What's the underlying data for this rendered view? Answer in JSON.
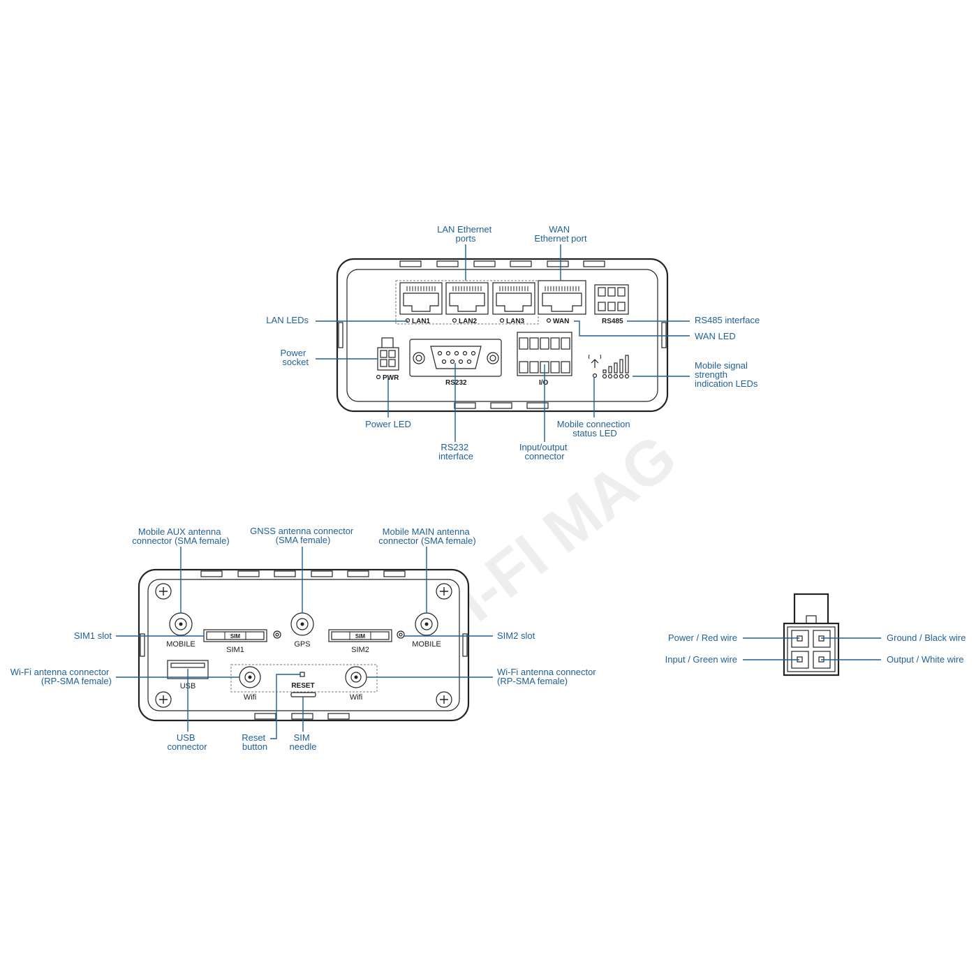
{
  "back_panel": {
    "callouts": {
      "lan_ports": [
        "LAN Ethernet",
        "ports"
      ],
      "wan_port": [
        "WAN",
        "Ethernet port"
      ],
      "lan_leds": [
        "LAN LEDs"
      ],
      "power_socket": [
        "Power",
        "socket"
      ],
      "power_led": [
        "Power LED"
      ],
      "rs232": [
        "RS232",
        "interface"
      ],
      "io": [
        "Input/output",
        "connector"
      ],
      "mobile_status": [
        "Mobile connection",
        "status LED"
      ],
      "rs485": [
        "RS485 interface"
      ],
      "wan_led": [
        "WAN LED"
      ],
      "signal": [
        "Mobile signal",
        "strength",
        "indication LEDs"
      ]
    },
    "labels": {
      "lan1": "LAN1",
      "lan2": "LAN2",
      "lan3": "LAN3",
      "wan": "WAN",
      "rs485": "RS485",
      "pwr": "PWR",
      "rs232": "RS232",
      "io": "I/O"
    }
  },
  "front_panel": {
    "callouts": {
      "aux": [
        "Mobile AUX antenna",
        "connector (SMA female)"
      ],
      "gnss": [
        "GNSS antenna connector",
        "(SMA female)"
      ],
      "main": [
        "Mobile MAIN antenna",
        "connector (SMA female)"
      ],
      "sim1_slot": [
        "SIM1 slot"
      ],
      "sim2_slot": [
        "SIM2 slot"
      ],
      "wifi_left": [
        "Wi-Fi antenna connector",
        "(RP-SMA female)"
      ],
      "wifi_right": [
        "Wi-Fi antenna connector",
        "(RP-SMA female)"
      ],
      "usb": [
        "USB",
        "connector"
      ],
      "reset": [
        "Reset",
        "button"
      ],
      "sim_needle": [
        "SIM",
        "needle"
      ]
    },
    "labels": {
      "mobile_left": "MOBILE",
      "mobile_right": "MOBILE",
      "gps": "GPS",
      "sim1": "SIM1",
      "sim2": "SIM2",
      "sim": "SIM",
      "usb": "USB",
      "reset": "RESET",
      "wifi_left": "Wifi",
      "wifi_right": "Wifi"
    }
  },
  "power_connector": {
    "callouts": {
      "power": [
        "Power / Red wire"
      ],
      "input": [
        "Input / Green wire"
      ],
      "ground": [
        "Ground / Black wire"
      ],
      "output": [
        "Output / White wire"
      ]
    }
  },
  "watermark": "WI-FI MAG",
  "colors": {
    "callout": "#1f5f95",
    "outline": "#222222",
    "background": "#ffffff"
  }
}
